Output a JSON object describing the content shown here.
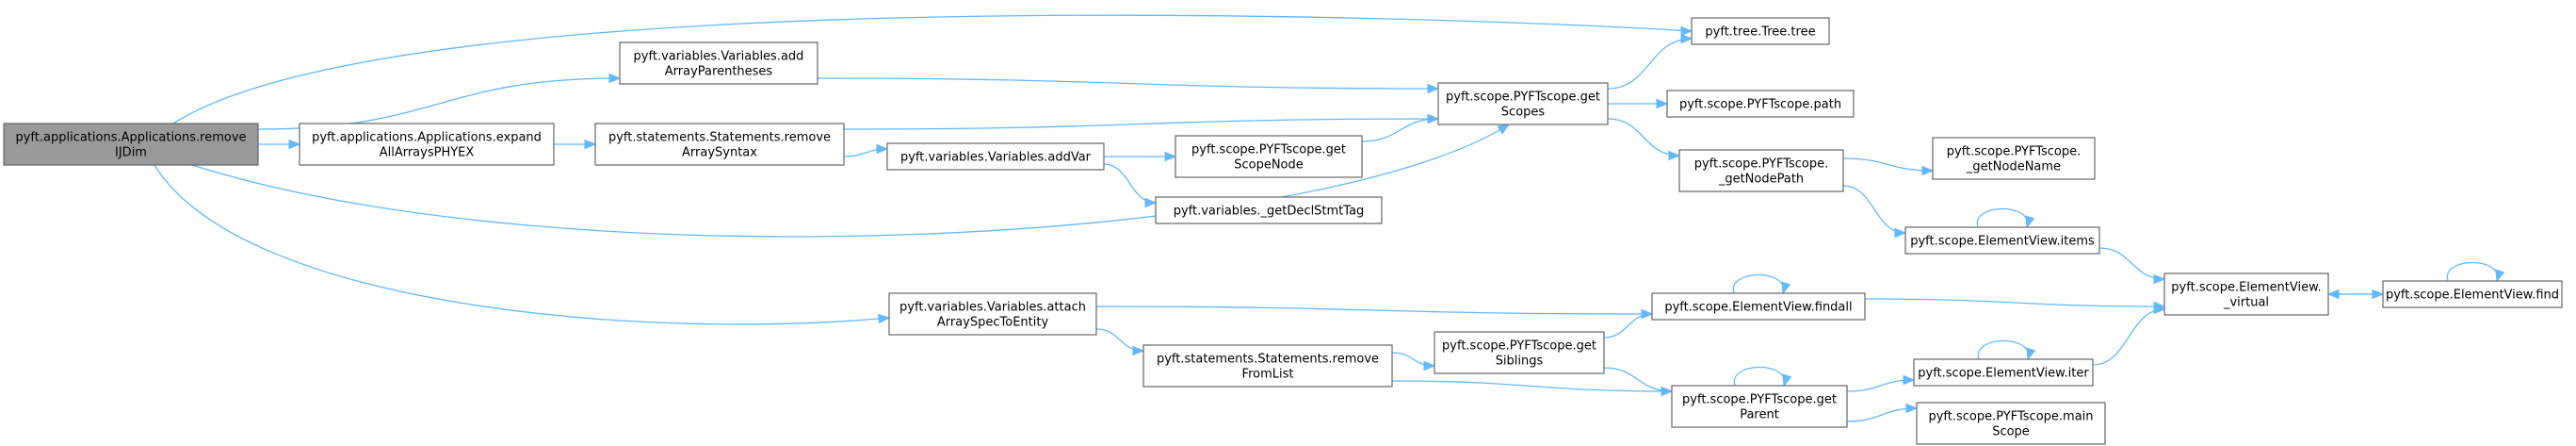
{
  "graph": {
    "node_fill": "#ffffff",
    "root_fill": "#999999",
    "border_color": "#666666",
    "edge_color": "#63b8ff",
    "nodes": [
      {
        "id": "root",
        "lines": [
          "pyft.applications.Applications.remove",
          "IJDim"
        ]
      },
      {
        "id": "expand",
        "lines": [
          "pyft.applications.Applications.expand",
          "AllArraysPHYEX"
        ]
      },
      {
        "id": "addparen",
        "lines": [
          "pyft.variables.Variables.add",
          "ArrayParentheses"
        ]
      },
      {
        "id": "removearray",
        "lines": [
          "pyft.statements.Statements.remove",
          "ArraySyntax"
        ]
      },
      {
        "id": "addvar",
        "lines": [
          "pyft.variables.Variables.addVar"
        ]
      },
      {
        "id": "getscopenode",
        "lines": [
          "pyft.scope.PYFTscope.get",
          "ScopeNode"
        ]
      },
      {
        "id": "getdecl",
        "lines": [
          "pyft.variables._getDeclStmtTag"
        ]
      },
      {
        "id": "getscopes",
        "lines": [
          "pyft.scope.PYFTscope.get",
          "Scopes"
        ]
      },
      {
        "id": "tree",
        "lines": [
          "pyft.tree.Tree.tree"
        ]
      },
      {
        "id": "path",
        "lines": [
          "pyft.scope.PYFTscope.path"
        ]
      },
      {
        "id": "getnodepath",
        "lines": [
          "pyft.scope.PYFTscope.",
          "_getNodePath"
        ]
      },
      {
        "id": "getnodename",
        "lines": [
          "pyft.scope.PYFTscope.",
          "_getNodeName"
        ]
      },
      {
        "id": "items",
        "lines": [
          "pyft.scope.ElementView.items"
        ]
      },
      {
        "id": "virtual",
        "lines": [
          "pyft.scope.ElementView.",
          "_virtual"
        ]
      },
      {
        "id": "find",
        "lines": [
          "pyft.scope.ElementView.find"
        ]
      },
      {
        "id": "attach",
        "lines": [
          "pyft.variables.Variables.attach",
          "ArraySpecToEntity"
        ]
      },
      {
        "id": "findall",
        "lines": [
          "pyft.scope.ElementView.findall"
        ]
      },
      {
        "id": "removefromlist",
        "lines": [
          "pyft.statements.Statements.remove",
          "FromList"
        ]
      },
      {
        "id": "getsiblings",
        "lines": [
          "pyft.scope.PYFTscope.get",
          "Siblings"
        ]
      },
      {
        "id": "getparent",
        "lines": [
          "pyft.scope.PYFTscope.get",
          "Parent"
        ]
      },
      {
        "id": "iter",
        "lines": [
          "pyft.scope.ElementView.iter"
        ]
      },
      {
        "id": "mainscope",
        "lines": [
          "pyft.scope.PYFTscope.main",
          "Scope"
        ]
      }
    ],
    "edges": [
      {
        "from": "root",
        "to": "tree"
      },
      {
        "from": "root",
        "to": "addparen"
      },
      {
        "from": "root",
        "to": "expand"
      },
      {
        "from": "root",
        "to": "getscopes"
      },
      {
        "from": "root",
        "to": "attach"
      },
      {
        "from": "addparen",
        "to": "getscopes"
      },
      {
        "from": "expand",
        "to": "removearray"
      },
      {
        "from": "removearray",
        "to": "getscopes"
      },
      {
        "from": "removearray",
        "to": "addvar"
      },
      {
        "from": "addvar",
        "to": "getscopenode"
      },
      {
        "from": "addvar",
        "to": "getdecl"
      },
      {
        "from": "getscopenode",
        "to": "getscopes"
      },
      {
        "from": "getscopes",
        "to": "tree"
      },
      {
        "from": "getscopes",
        "to": "path"
      },
      {
        "from": "getscopes",
        "to": "getnodepath"
      },
      {
        "from": "getnodepath",
        "to": "getnodename"
      },
      {
        "from": "getnodepath",
        "to": "items"
      },
      {
        "from": "items",
        "to": "items"
      },
      {
        "from": "items",
        "to": "virtual"
      },
      {
        "from": "virtual",
        "to": "find"
      },
      {
        "from": "find",
        "to": "virtual"
      },
      {
        "from": "find",
        "to": "find"
      },
      {
        "from": "attach",
        "to": "findall"
      },
      {
        "from": "attach",
        "to": "removefromlist"
      },
      {
        "from": "findall",
        "to": "findall"
      },
      {
        "from": "findall",
        "to": "virtual"
      },
      {
        "from": "removefromlist",
        "to": "getsiblings"
      },
      {
        "from": "removefromlist",
        "to": "getparent"
      },
      {
        "from": "getsiblings",
        "to": "findall"
      },
      {
        "from": "getsiblings",
        "to": "getparent"
      },
      {
        "from": "getparent",
        "to": "getparent"
      },
      {
        "from": "getparent",
        "to": "iter"
      },
      {
        "from": "getparent",
        "to": "mainscope"
      },
      {
        "from": "iter",
        "to": "iter"
      },
      {
        "from": "iter",
        "to": "virtual"
      }
    ]
  }
}
